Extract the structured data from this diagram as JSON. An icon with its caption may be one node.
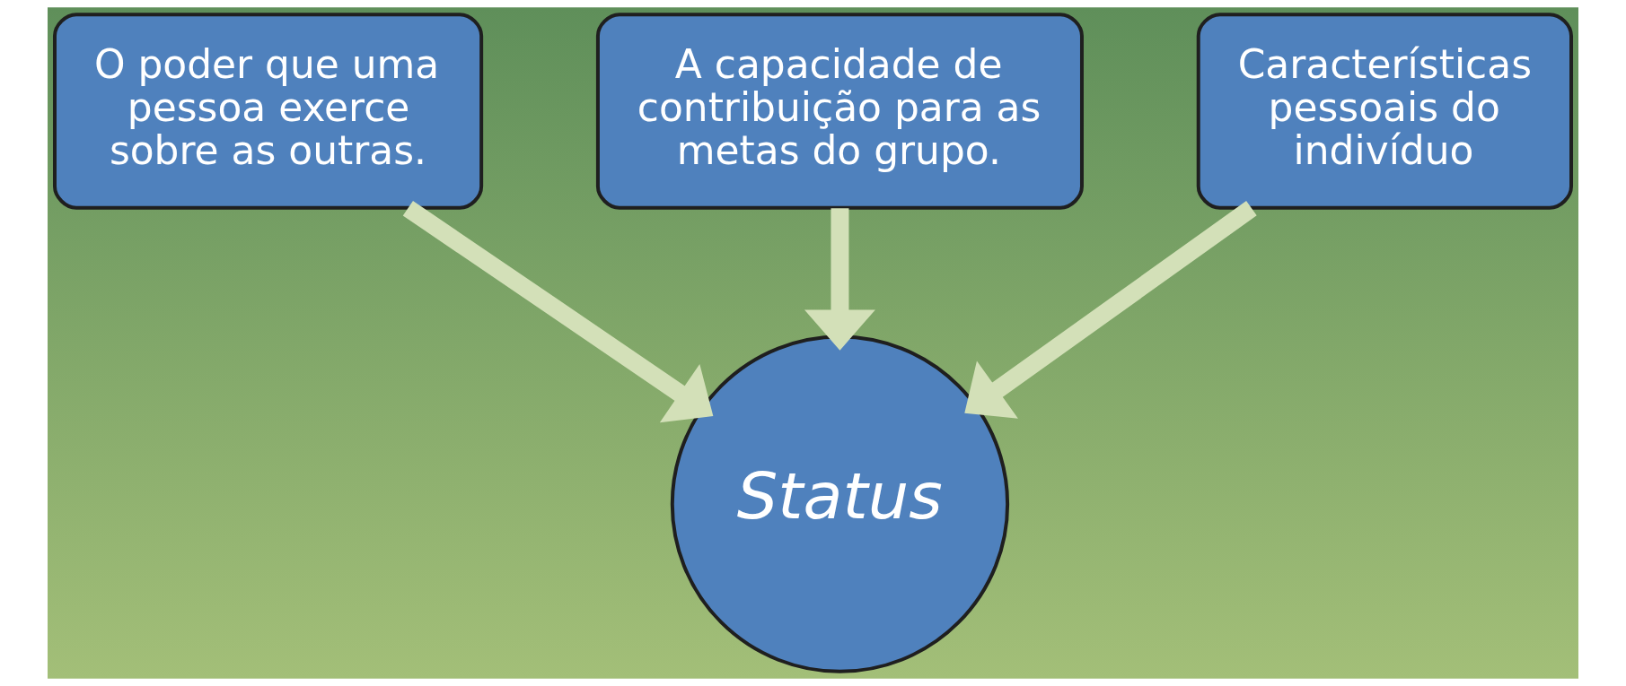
{
  "diagram": {
    "nodes": [
      {
        "text": [
          "O poder que uma pessoa exerce sobre as outras."
        ]
      },
      {
        "text": [
          "A capacidade de contribuição para as metas do grupo."
        ]
      },
      {
        "text": [
          "Características pessoais do indivíduo"
        ]
      },
      {
        "text": [
          "Status"
        ]
      }
    ],
    "edges": [
      {
        "from": 0,
        "to": 3,
        "arrow": "to"
      },
      {
        "from": 1,
        "to": 3,
        "arrow": "to"
      },
      {
        "from": 2,
        "to": 3,
        "arrow": "to"
      }
    ]
  }
}
